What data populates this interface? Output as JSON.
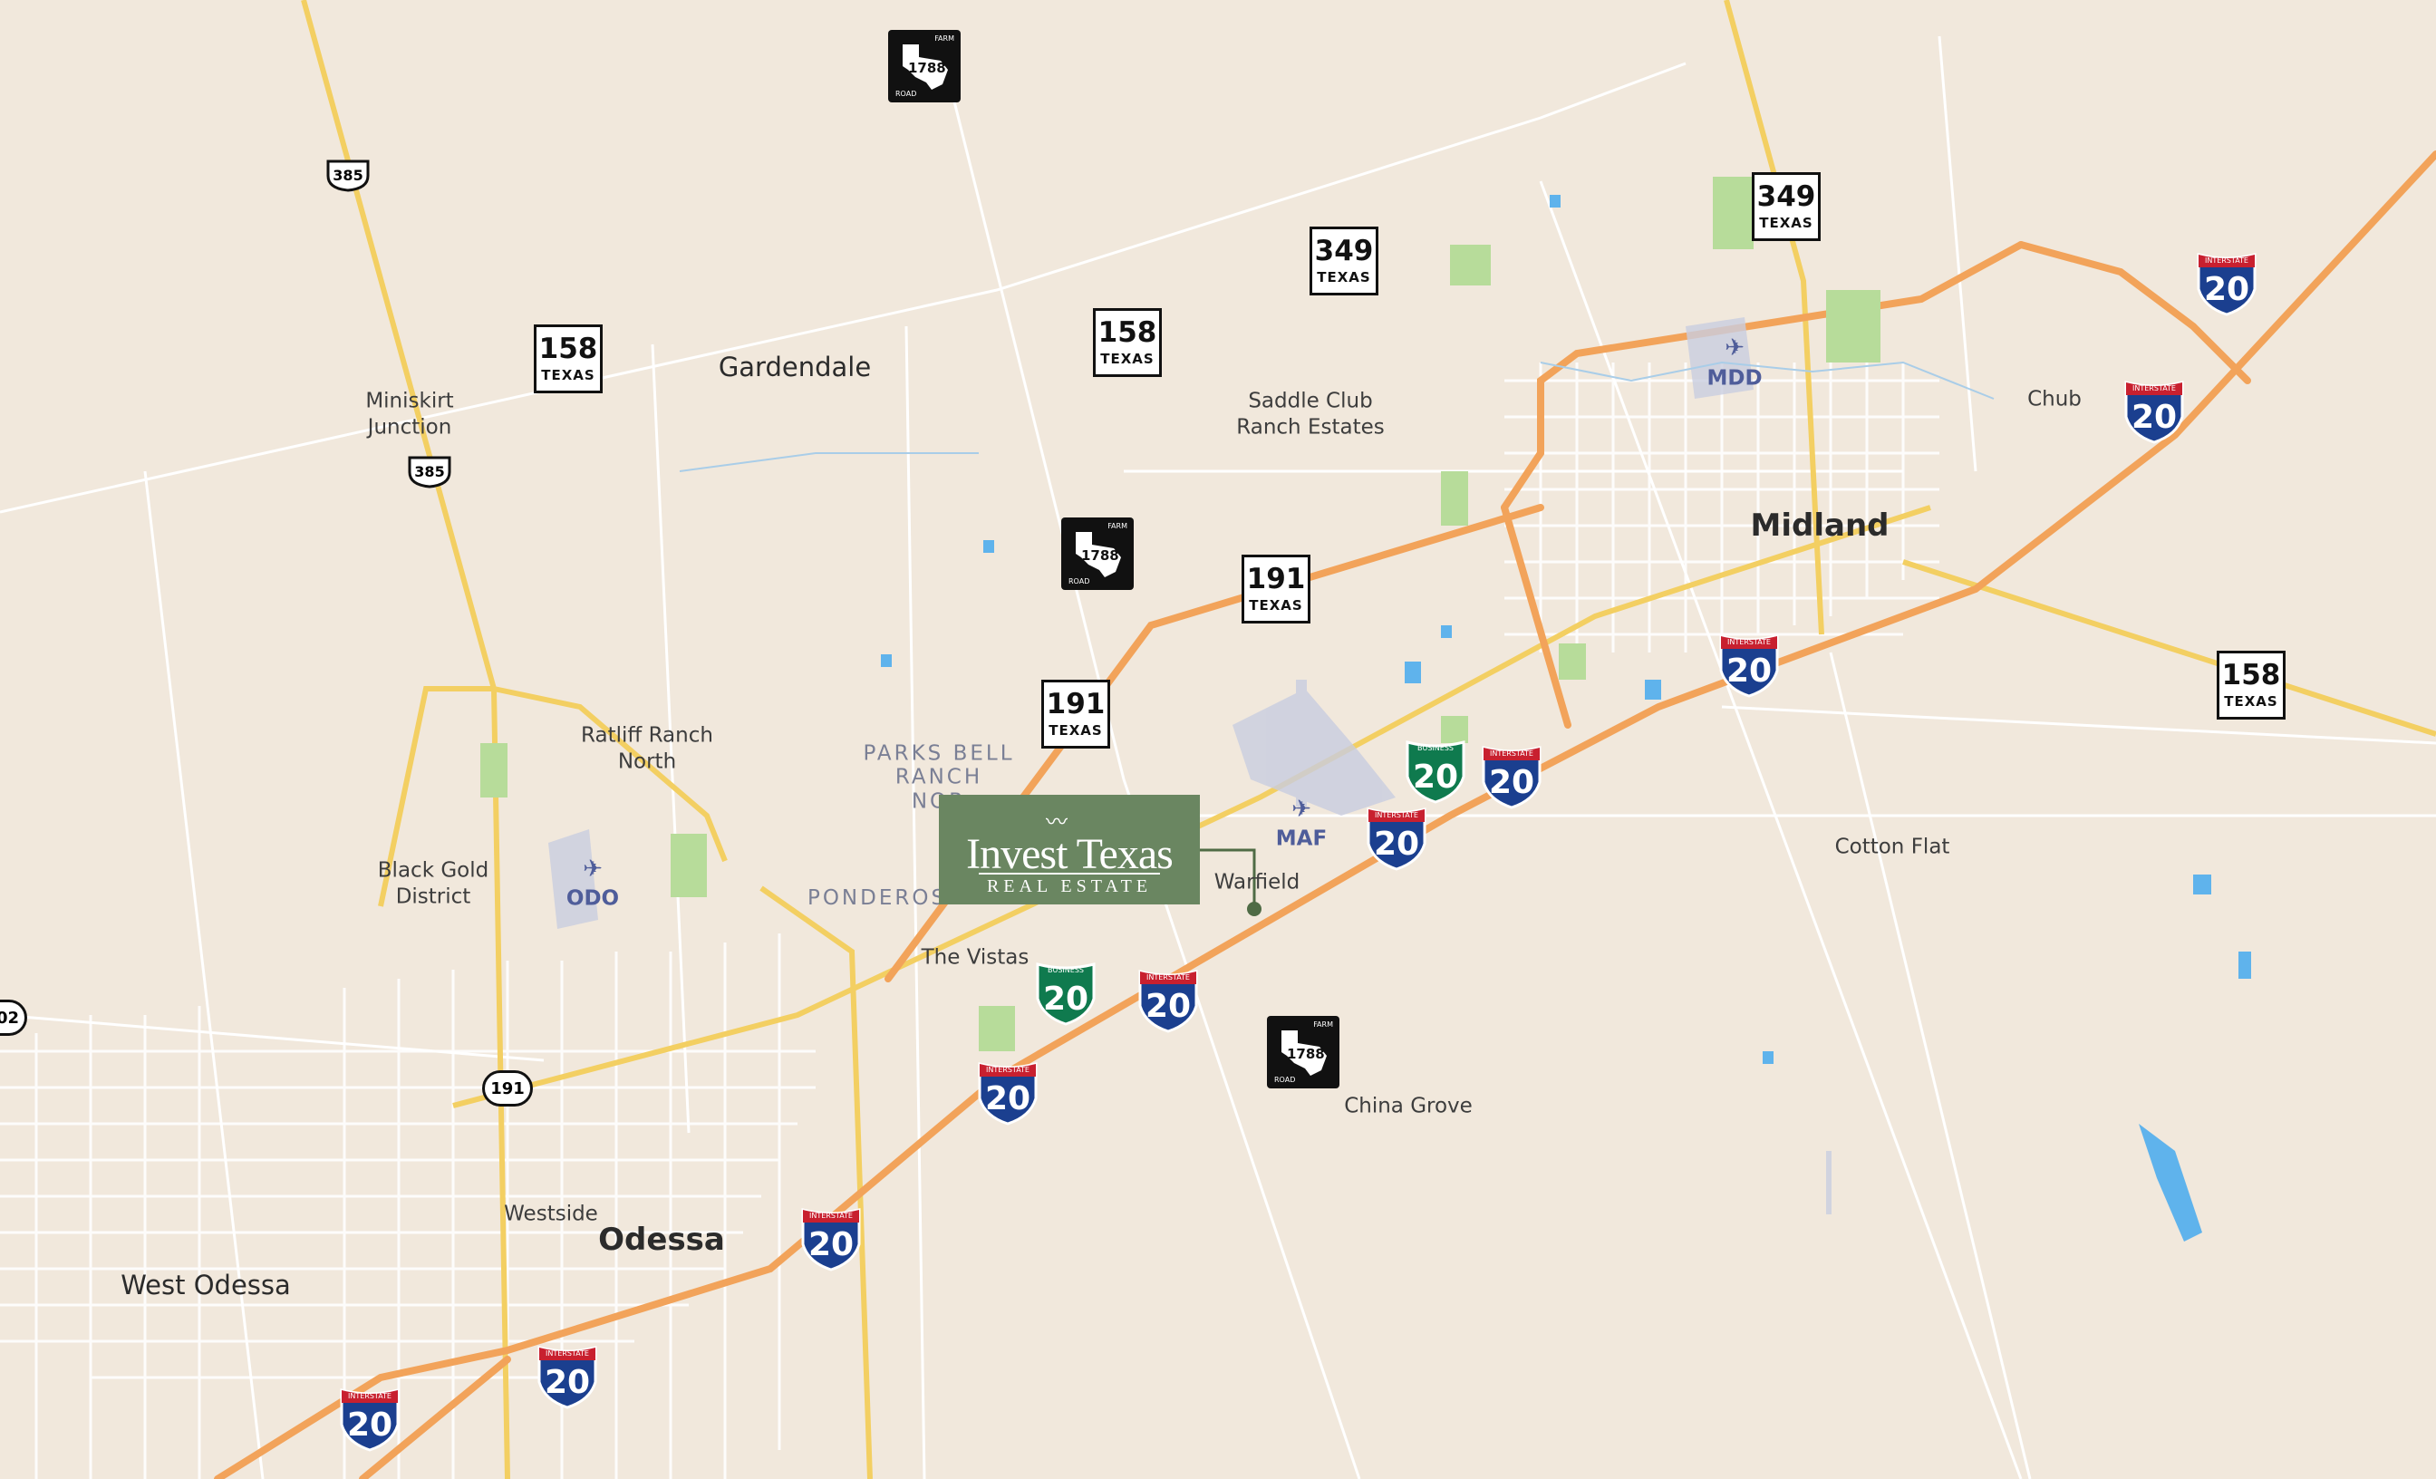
{
  "map": {
    "background_color": "#f1e8dc",
    "road_colors": {
      "interstate": "#f2a35a",
      "highway": "#f3cf62",
      "street": "#ffffff",
      "water": "#5fb3ec",
      "park": "#b7dc9a",
      "airport": "#c9cde0"
    }
  },
  "places": {
    "midland": "Midland",
    "odessa": "Odessa",
    "west_odessa": "West Odessa",
    "gardendale": "Gardendale",
    "miniskirt_junction": "Miniskirt\nJunction",
    "saddle_club": "Saddle Club\nRanch Estates",
    "ratliff": "Ratliff Ranch\nNorth",
    "black_gold": "Black Gold\nDistrict",
    "parks_bell": "PARKS BELL\nRANCH\nNOR",
    "ponderosa": "PONDEROS",
    "the_vistas": "The Vistas",
    "warfield": "Warfield",
    "westside": "Westside",
    "china_grove": "China Grove",
    "cotton_flat": "Cotton Flat",
    "chub": "Chub"
  },
  "airports": {
    "mdd": "MDD",
    "maf": "MAF",
    "odo": "ODO",
    "icon": "airplane-icon"
  },
  "shields": {
    "texas_label": "TEXAS",
    "interstate_label": "INTERSTATE",
    "business_label": "BUSINESS",
    "farm_label": "FARM",
    "road_label": "ROAD",
    "sh158": "158",
    "sh349": "349",
    "sh191": "191",
    "fm1788": "1788",
    "i20": "20",
    "us385": "385",
    "sh191_oval": "191",
    "edge_route": "02"
  },
  "logo": {
    "line1": "Invest Texas",
    "line2": "REAL ESTATE",
    "icon": "roadrunner-icon"
  }
}
